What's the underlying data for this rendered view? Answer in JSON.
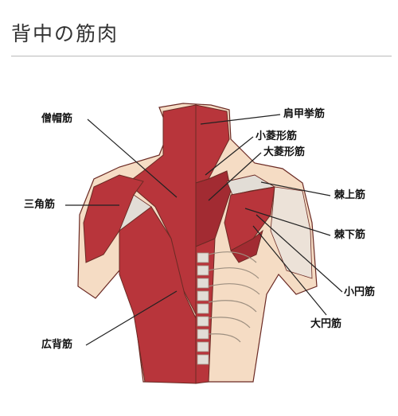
{
  "page": {
    "title": "背中の筋肉"
  },
  "labels": {
    "trapezius": "僧帽筋",
    "deltoid": "三角筋",
    "latissimus": "広背筋",
    "levator_scapulae": "肩甲挙筋",
    "rhomboid_minor": "小菱形筋",
    "rhomboid_major": "大菱形筋",
    "supraspinatus": "棘上筋",
    "infraspinatus": "棘下筋",
    "teres_minor": "小円筋",
    "teres_major": "大円筋"
  },
  "colors": {
    "skin": "#f5dcc4",
    "muscle": "#b8353b",
    "muscle_dark": "#8e1f26",
    "bone": "#e2ddd6",
    "outline": "#6b2a24"
  }
}
